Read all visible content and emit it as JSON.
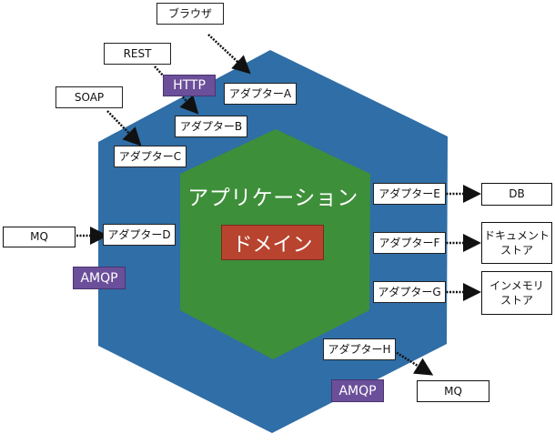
{
  "colors": {
    "outer_hex": "#2f6ea6",
    "inner_hex": "#3e8f3a",
    "domain": "#b8432f",
    "protocol_tag": "#6b4f9a",
    "arrow": "#111111"
  },
  "application": {
    "title": "アプリケーション"
  },
  "domain": {
    "label": "ドメイン"
  },
  "adapters": [
    {
      "id": "a",
      "label": "アダプターA"
    },
    {
      "id": "b",
      "label": "アダプターB"
    },
    {
      "id": "c",
      "label": "アダプターC"
    },
    {
      "id": "d",
      "label": "アダプターD"
    },
    {
      "id": "e",
      "label": "アダプターE"
    },
    {
      "id": "f",
      "label": "アダプターF"
    },
    {
      "id": "g",
      "label": "アダプターG"
    },
    {
      "id": "h",
      "label": "アダプターH"
    }
  ],
  "clients": {
    "browser": "ブラウザ",
    "rest": "REST",
    "soap": "SOAP",
    "mq": "MQ"
  },
  "resources": {
    "db": "DB",
    "document_store_line1": "ドキュメント",
    "document_store_line2": "ストア",
    "inmemory_store_line1": "インメモリ",
    "inmemory_store_line2": "ストア",
    "mq": "MQ"
  },
  "protocol_tags": {
    "http": "HTTP",
    "amqp_left": "AMQP",
    "amqp_bottom": "AMQP"
  }
}
